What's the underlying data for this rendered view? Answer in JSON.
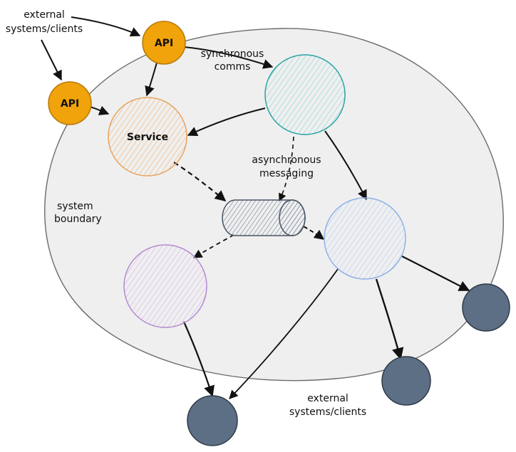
{
  "labels": {
    "external_top": [
      "external",
      "systems/clients"
    ],
    "external_bottom": [
      "external",
      "systems/clients"
    ],
    "synchronous": [
      "synchronous",
      "comms"
    ],
    "asynchronous": [
      "asynchronous",
      "messaging"
    ],
    "boundary": [
      "system",
      "boundary"
    ]
  },
  "nodes": {
    "api_top": "API",
    "api_left": "API",
    "service": "Service"
  },
  "colors": {
    "boundary_fill": "#efefef",
    "boundary_stroke": "#6b6b6b",
    "api_fill": "#f0a30a",
    "api_stroke": "#b7790a",
    "service_stroke": "#e8a25d",
    "teal_stroke": "#2aa3a3",
    "blue_stroke": "#8fb1e8",
    "purple_stroke": "#b48ad0",
    "queue_stroke": "#4a5563",
    "external_fill": "#5d6f85",
    "external_stroke": "#2f3a48",
    "arrow": "#111111"
  }
}
